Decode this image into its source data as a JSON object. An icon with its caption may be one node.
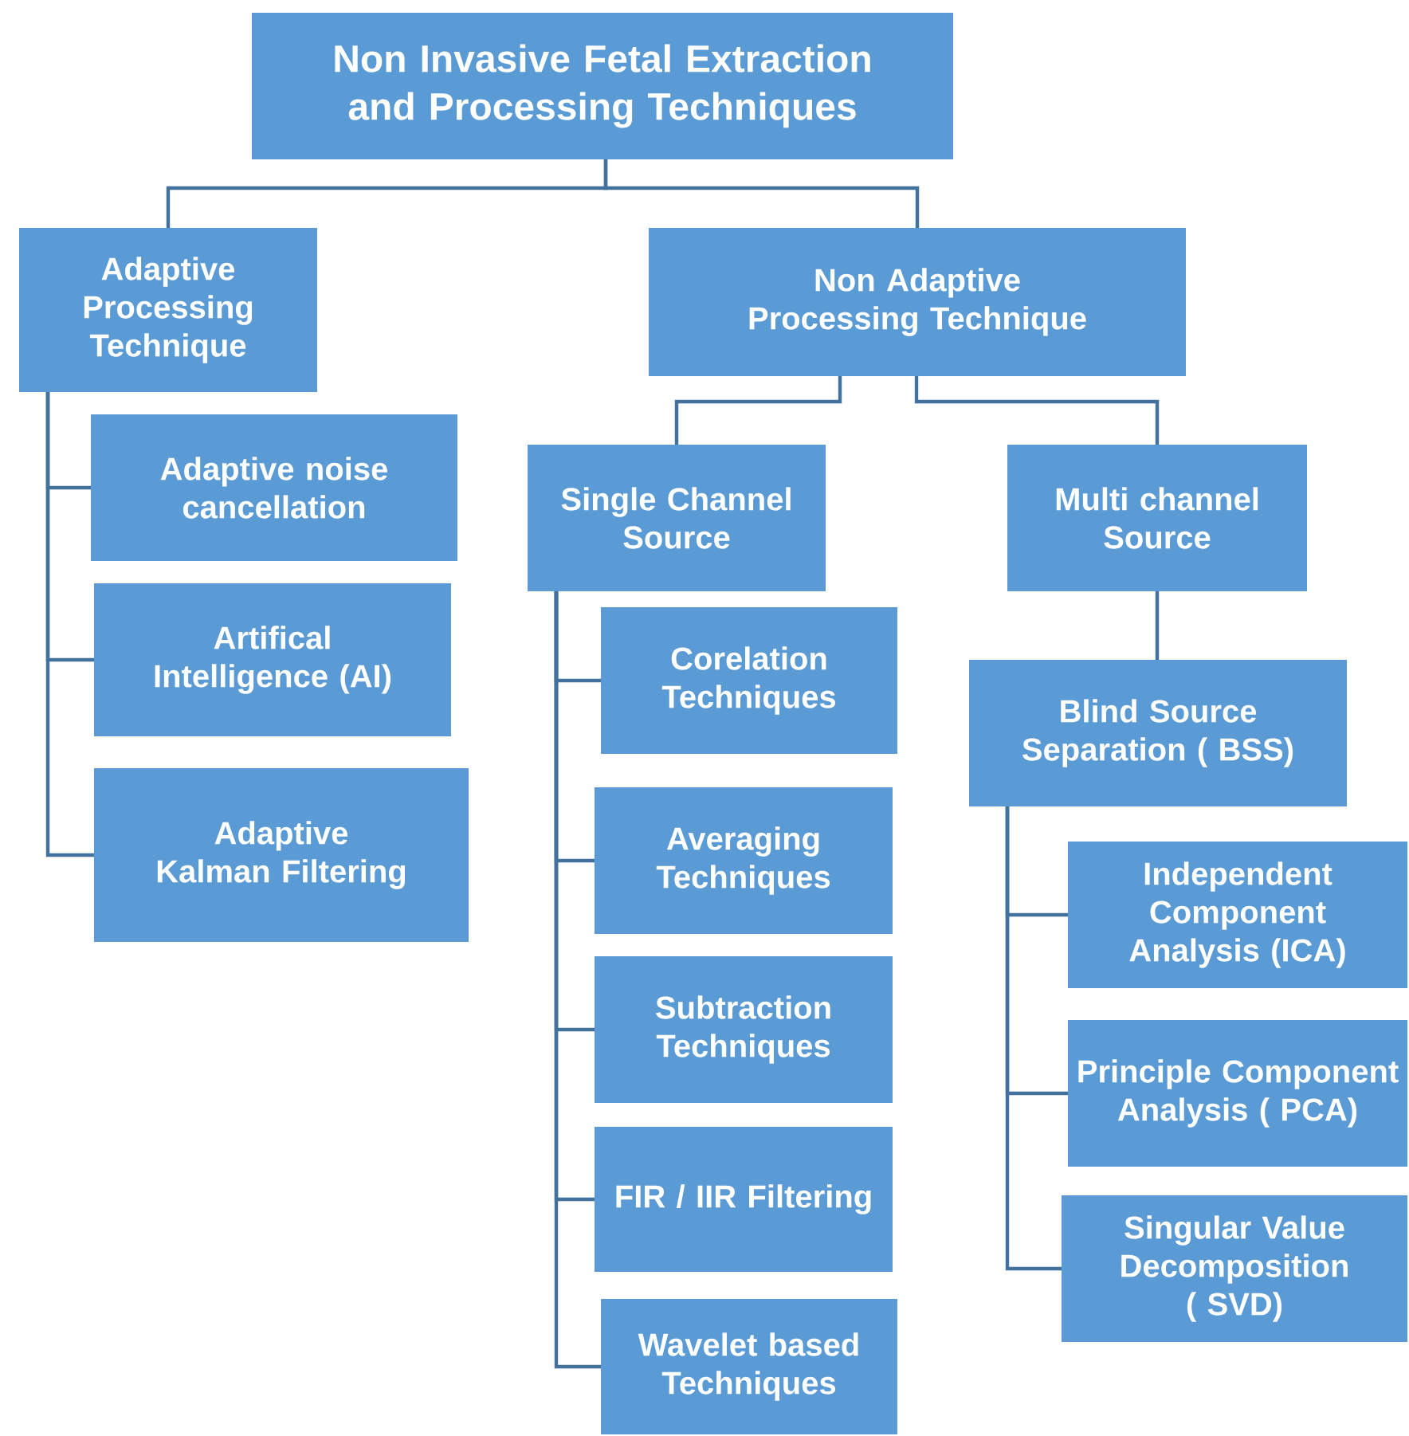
{
  "diagram": {
    "nodes": [
      {
        "text": [
          "Non Invasive Fetal Extraction and Processing Techniques"
        ]
      },
      {
        "text": [
          "Adaptive Processing Technique"
        ]
      },
      {
        "text": [
          "Non Adaptive  Processing Technique"
        ]
      },
      {
        "text": [
          "Adaptive noise cancellation"
        ]
      },
      {
        "text": [
          "Artifical Intelligence (AI)"
        ]
      },
      {
        "text": [
          "Adaptive Kalman Filtering"
        ]
      },
      {
        "text": [
          "Single Channel Source"
        ]
      },
      {
        "text": [
          "Multi channel Source"
        ]
      },
      {
        "text": [
          "Corelation Techniques"
        ]
      },
      {
        "text": [
          "Averaging Techniques"
        ]
      },
      {
        "text": [
          "Subtraction Techniques"
        ]
      },
      {
        "text": [
          "FIR / IIR Filtering"
        ]
      },
      {
        "text": [
          "Wavelet based Techniques"
        ]
      },
      {
        "text": [
          "Blind Source Separation ( BSS)"
        ]
      },
      {
        "text": [
          "Independent Component Analysis (ICA)"
        ]
      },
      {
        "text": [
          "Principle Component Analysis ( PCA)"
        ]
      },
      {
        "text": [
          "Singular Value Decomposition ( SVD)"
        ]
      }
    ],
    "edges": [
      {
        "from": 0,
        "to": 1,
        "arrow": "none"
      },
      {
        "from": 0,
        "to": 2,
        "arrow": "none"
      },
      {
        "from": 1,
        "to": 3,
        "arrow": "none"
      },
      {
        "from": 1,
        "to": 4,
        "arrow": "none"
      },
      {
        "from": 1,
        "to": 5,
        "arrow": "none"
      },
      {
        "from": 2,
        "to": 6,
        "arrow": "none"
      },
      {
        "from": 2,
        "to": 7,
        "arrow": "none"
      },
      {
        "from": 6,
        "to": 8,
        "arrow": "none"
      },
      {
        "from": 6,
        "to": 9,
        "arrow": "none"
      },
      {
        "from": 6,
        "to": 10,
        "arrow": "none"
      },
      {
        "from": 6,
        "to": 11,
        "arrow": "none"
      },
      {
        "from": 6,
        "to": 12,
        "arrow": "none"
      },
      {
        "from": 7,
        "to": 13,
        "arrow": "none"
      },
      {
        "from": 13,
        "to": 14,
        "arrow": "none"
      },
      {
        "from": 13,
        "to": 15,
        "arrow": "none"
      },
      {
        "from": 13,
        "to": 16,
        "arrow": "none"
      }
    ]
  }
}
